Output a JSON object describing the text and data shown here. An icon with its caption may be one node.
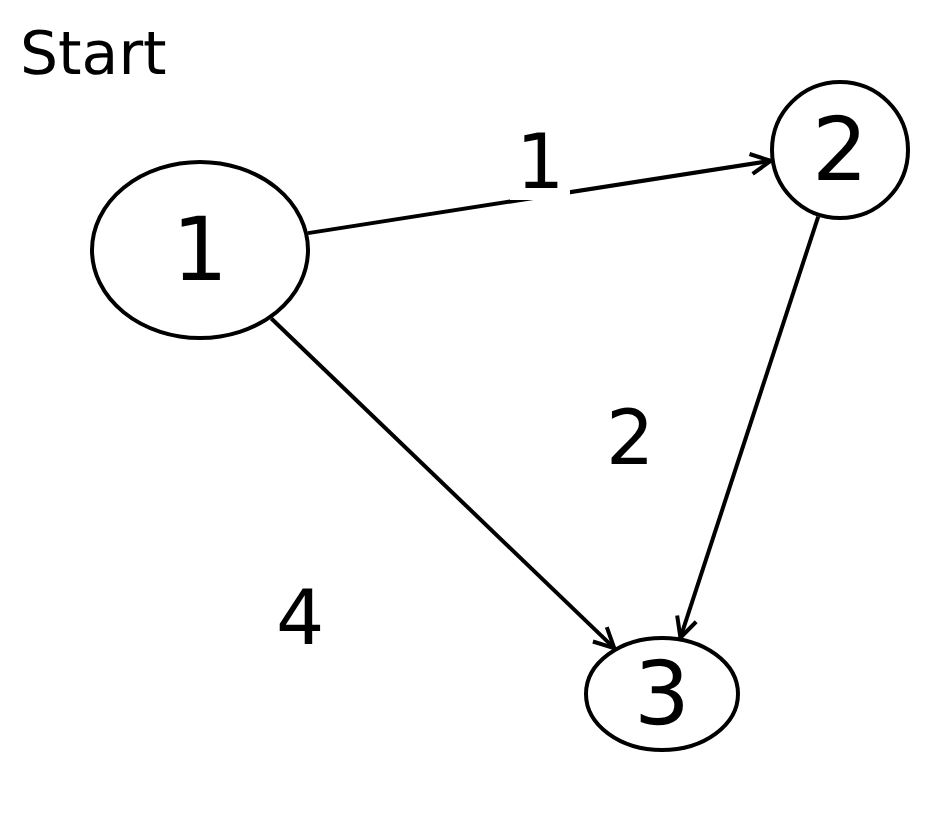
{
  "diagram": {
    "nodes": [
      {
        "text": [
          "1"
        ],
        "beside": [
          "Start"
        ]
      },
      {
        "text": [
          "2"
        ]
      },
      {
        "text": [
          "3"
        ]
      }
    ],
    "edges": [
      {
        "from": 0,
        "to": 1,
        "arrow": "to",
        "label": "1"
      },
      {
        "from": 1,
        "to": 2,
        "arrow": "to",
        "label": "2"
      },
      {
        "from": 0,
        "to": 2,
        "arrow": "to",
        "label": "4"
      }
    ]
  }
}
